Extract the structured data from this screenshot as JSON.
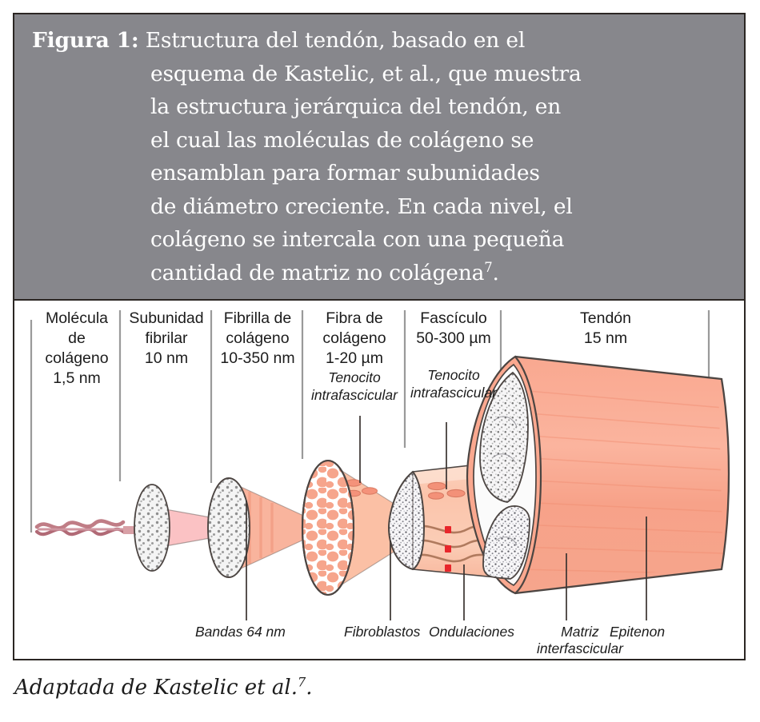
{
  "figure": {
    "label": "Figura 1:",
    "caption_lines": [
      "Estructura del tendón, basado en el",
      "esquema de Kastelic, et al., que muestra",
      "la estructura jerárquica del tendón, en",
      "el cual las moléculas de colágeno se",
      "ensamblan para formar subunidades",
      "de diámetro creciente. En cada nivel, el",
      "colágeno se intercala con una pequeña",
      "cantidad de matriz no colágena"
    ],
    "caption_superscript": "7",
    "caption_end": ".",
    "source_note": "Adaptada de Kastelic et al.",
    "source_superscript": "7",
    "source_end": "."
  },
  "colors": {
    "header_band": "#87878c",
    "frame_border": "#2b2623",
    "salmon": "#faaf97",
    "salmon_light": "#fbc8b3",
    "salmon_pale": "#fdd9c7",
    "pink_light": "#fbc2c4",
    "helix": "#c07d86",
    "wave_brown": "#b07a5e",
    "red_dot": "#e8262b",
    "speckle": "#5a5a5a",
    "leader_line": "#9a9a9a",
    "outline": "#3a3330",
    "text": "#1c1c1c"
  },
  "diagram": {
    "columns": [
      {
        "name": "molecula-de-colageno",
        "lines": [
          "Molécula",
          "de",
          "colágeno",
          "1,5 nm"
        ],
        "italic_lines": []
      },
      {
        "name": "subunidad-fibrilar",
        "lines": [
          "Subunidad",
          "fibrilar",
          "10 nm"
        ],
        "italic_lines": []
      },
      {
        "name": "fibrilla-de-colageno",
        "lines": [
          "Fibrilla de",
          "colágeno",
          "10-350 nm"
        ],
        "italic_lines": []
      },
      {
        "name": "fibra-de-colageno",
        "lines": [
          "Fibra de",
          "colágeno",
          "1-20 µm"
        ],
        "italic_lines": [
          "Tenocito",
          "intrafascicular"
        ]
      },
      {
        "name": "fasciculo",
        "lines": [
          "Fascículo",
          "50-300 µm"
        ],
        "italic_lines": [
          "Tenocito",
          "intrafascicular"
        ]
      },
      {
        "name": "tendon",
        "lines": [
          "Tendón",
          "15 nm"
        ],
        "italic_lines": []
      }
    ],
    "callouts": [
      {
        "name": "bandas",
        "text": "Bandas 64 nm"
      },
      {
        "name": "fibroblastos",
        "text": "Fibroblastos"
      },
      {
        "name": "ondulaciones",
        "text": "Ondulaciones"
      },
      {
        "name": "matriz-interfascicular",
        "line1": "Matriz",
        "line2": "interfascicular"
      },
      {
        "name": "epitenon",
        "text": "Epitenon"
      }
    ]
  }
}
